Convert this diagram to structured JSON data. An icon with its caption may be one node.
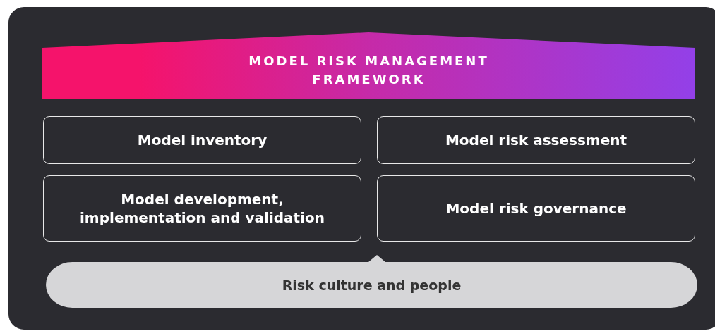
{
  "diagram": {
    "nodes": [
      {
        "text": [],
        "shape": "box"
      },
      {
        "text": [
          "MODEL RISK MANAGEMENT FRAMEWORK"
        ],
        "in": 0
      },
      {
        "text": [
          "Model inventory"
        ],
        "in": 0
      },
      {
        "text": [
          "Model risk assessment"
        ],
        "in": 0
      },
      {
        "text": [
          "Model development, implementation and validation"
        ],
        "in": 0
      },
      {
        "text": [
          "Model risk governance"
        ],
        "in": 0
      },
      {
        "text": [
          "Risk culture and people"
        ],
        "in": 0
      }
    ],
    "edges": []
  }
}
